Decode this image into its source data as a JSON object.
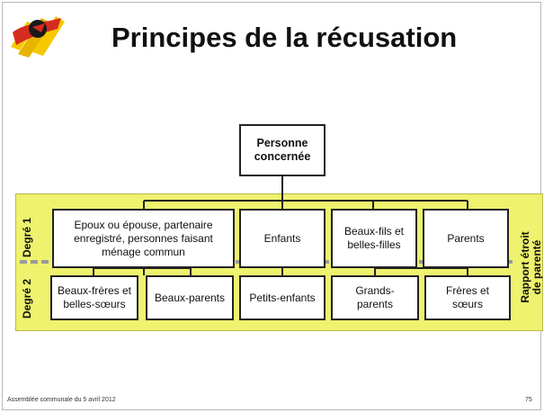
{
  "title": "Principes de la récusation",
  "top_node": {
    "line1": "Personne",
    "line2": "concernée"
  },
  "degree_labels": {
    "d1": "Degré 1",
    "d2": "Degré 2"
  },
  "side_label": {
    "line1": "Rapport étroit",
    "line2": "de parenté"
  },
  "degree1": [
    {
      "lines": [
        "Epoux ou épouse, partenaire",
        "enregistré, personnes faisant",
        "ménage commun"
      ]
    },
    {
      "lines": [
        "Enfants"
      ]
    },
    {
      "lines": [
        "Beaux-fils et",
        "belles-filles"
      ]
    },
    {
      "lines": [
        "Parents"
      ]
    }
  ],
  "degree2": [
    {
      "lines": [
        "Beaux-frères et",
        "belles-sœurs"
      ]
    },
    {
      "lines": [
        "Beaux-parents"
      ]
    },
    {
      "lines": [
        "Petits-enfants"
      ]
    },
    {
      "lines": [
        "Grands-",
        "parents"
      ]
    },
    {
      "lines": [
        "Frères et",
        "sœurs"
      ]
    }
  ],
  "footer": {
    "left": "Assemblée communale du 5 avril 2012",
    "right": "75"
  },
  "colors": {
    "band": "#eef26e",
    "logo_red": "#d62b1f",
    "logo_yellow": "#f5c800"
  }
}
